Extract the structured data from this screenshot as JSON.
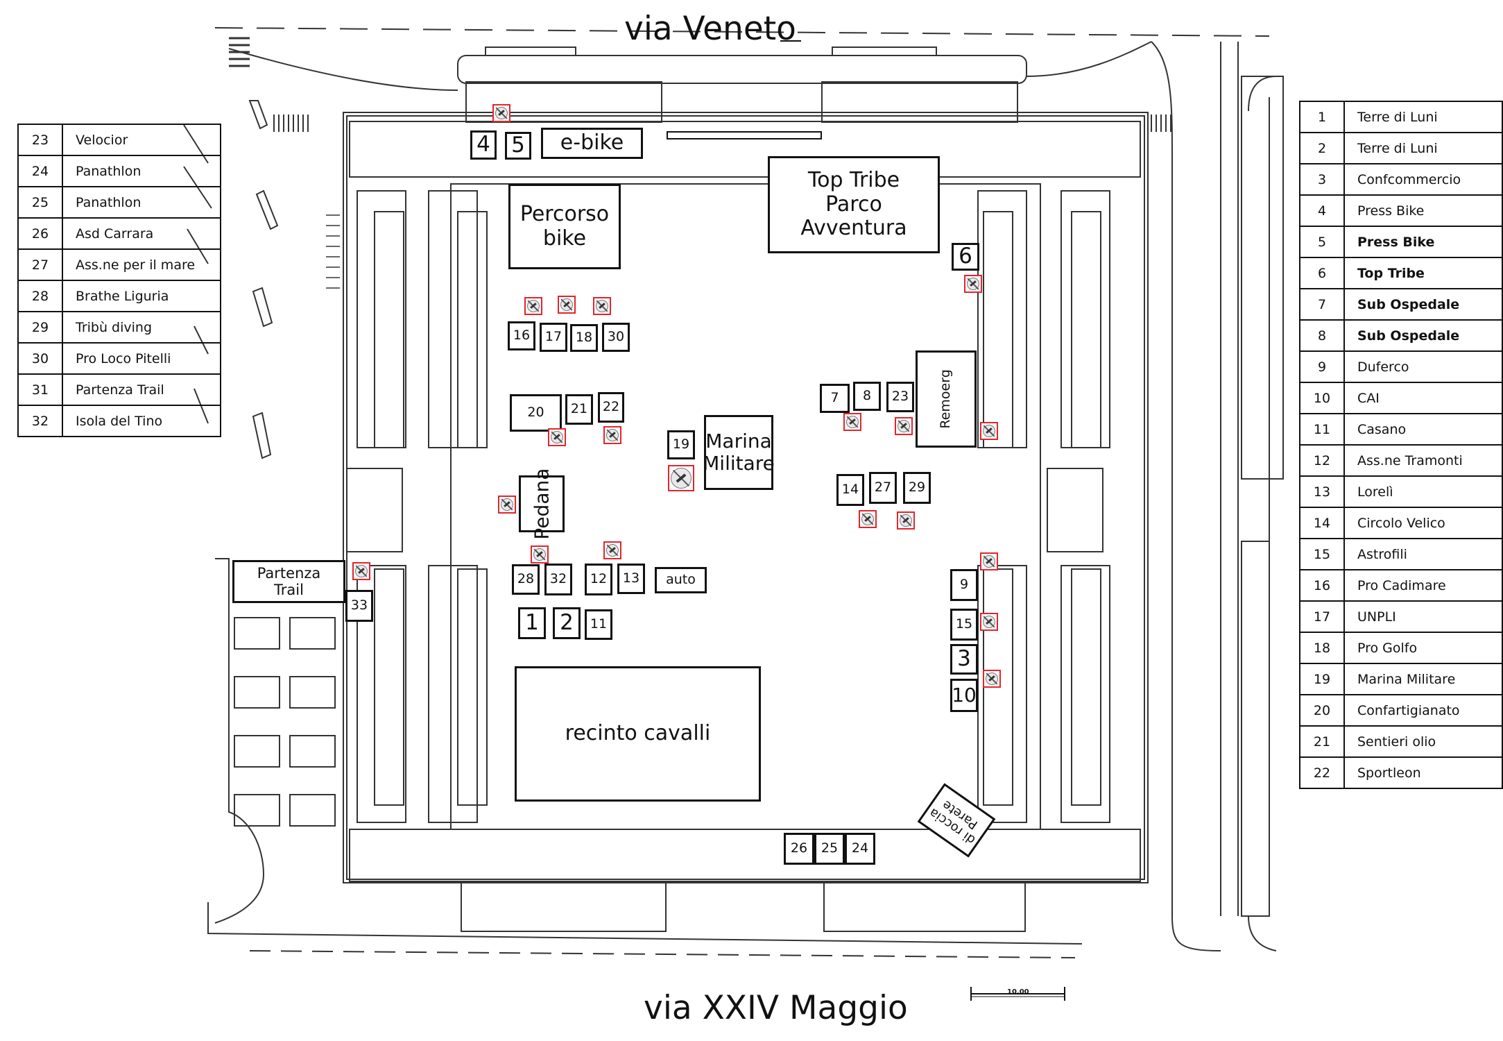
{
  "streets": {
    "north": "via Veneto",
    "south": "via XXIV Maggio"
  },
  "scale_label": "10.00",
  "legend_left": [
    {
      "num": "23",
      "name": "Velocior"
    },
    {
      "num": "24",
      "name": "Panathlon"
    },
    {
      "num": "25",
      "name": "Panathlon"
    },
    {
      "num": "26",
      "name": "Asd Carrara"
    },
    {
      "num": "27",
      "name": "Ass.ne per il mare"
    },
    {
      "num": "28",
      "name": "Brathe Liguria"
    },
    {
      "num": "29",
      "name": "Tribù diving"
    },
    {
      "num": "30",
      "name": "Pro Loco Pitelli"
    },
    {
      "num": "31",
      "name": "Partenza Trail"
    },
    {
      "num": "32",
      "name": "Isola del Tino"
    }
  ],
  "legend_right": [
    {
      "num": "1",
      "name": "Terre di Luni"
    },
    {
      "num": "2",
      "name": "Terre di Luni"
    },
    {
      "num": "3",
      "name": "Confcommercio"
    },
    {
      "num": "4",
      "name": "Press Bike"
    },
    {
      "num": "5",
      "name": "Press Bike"
    },
    {
      "num": "6",
      "name": "Top Tribe"
    },
    {
      "num": "7",
      "name": "Sub Ospedale"
    },
    {
      "num": "8",
      "name": "Sub Ospedale"
    },
    {
      "num": "9",
      "name": "Duferco"
    },
    {
      "num": "10",
      "name": "CAI"
    },
    {
      "num": "11",
      "name": "Casano"
    },
    {
      "num": "12",
      "name": "Ass.ne Tramonti"
    },
    {
      "num": "13",
      "name": "Lorelì"
    },
    {
      "num": "14",
      "name": "Circolo Velico"
    },
    {
      "num": "15",
      "name": "Astrofili"
    },
    {
      "num": "16",
      "name": "Pro Cadimare"
    },
    {
      "num": "17",
      "name": "UNPLI"
    },
    {
      "num": "18",
      "name": "Pro Golfo"
    },
    {
      "num": "19",
      "name": "Marina Militare"
    },
    {
      "num": "20",
      "name": "Confartigianato"
    },
    {
      "num": "21",
      "name": "Sentieri olio"
    },
    {
      "num": "22",
      "name": "Sportleon"
    }
  ],
  "areas": {
    "ebike": "e-bike",
    "percorso_line1": "Percorso",
    "percorso_line2": "bike",
    "toptribe_line1": "Top Tribe",
    "toptribe_line2": "Parco",
    "toptribe_line3": "Avventura",
    "marina_line1": "Marina",
    "marina_line2": "Militare",
    "remoerg": "Remoerg",
    "pedana": "Pedana",
    "partenza_line1": "Partenza",
    "partenza_line2": "Trail",
    "auto": "auto",
    "recinto": "recinto cavalli",
    "parete_line1": "Parete",
    "parete_line2": "di roccia"
  },
  "stands": {
    "s1": "1",
    "s2": "2",
    "s3": "3",
    "s4": "4",
    "s5": "5",
    "s6": "6",
    "s7": "7",
    "s8": "8",
    "s9": "9",
    "s10": "10",
    "s11": "11",
    "s12": "12",
    "s13": "13",
    "s14": "14",
    "s15": "15",
    "s16": "16",
    "s17": "17",
    "s18": "18",
    "s19": "19",
    "s20": "20",
    "s21": "21",
    "s22": "22",
    "s23": "23",
    "s24": "24",
    "s25": "25",
    "s26": "26",
    "s27": "27",
    "s28": "28",
    "s29": "29",
    "s30": "30",
    "s32": "32",
    "s33": "33"
  },
  "colors": {
    "power_socket": "#e3242b",
    "line": "#111111"
  },
  "icons": {
    "power": "power-socket-icon"
  }
}
